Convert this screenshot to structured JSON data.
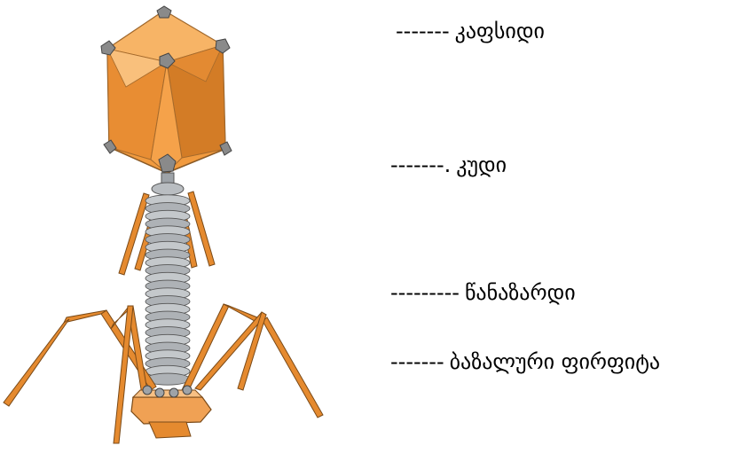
{
  "labels": {
    "capsid": {
      "dashes": "-------",
      "text": "კაფსიდი"
    },
    "tail": {
      "dashes": "-------.",
      "text": "კუდი"
    },
    "sheath": {
      "dashes": "---------",
      "text": "წანაზარდი"
    },
    "baseplate": {
      "dashes": "-------",
      "text": "ბაზალური ფირფიტა"
    }
  },
  "colors": {
    "capsid_orange": "#f19a3e",
    "capsid_dark": "#d37c26",
    "capsid_light": "#f7b466",
    "vertex_gray": "#8a8a8a",
    "sheath_gray": "#9ea3a8",
    "fiber_orange": "#e58a2f"
  }
}
